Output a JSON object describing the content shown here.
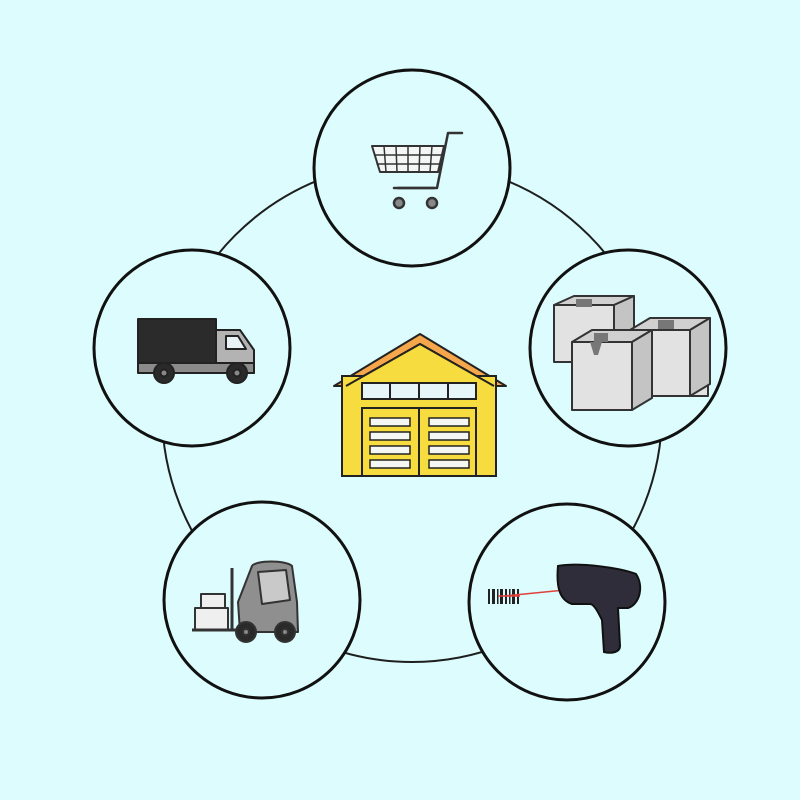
{
  "diagram": {
    "background": "#dcfcfd",
    "center": {
      "icon": "warehouse-icon",
      "wall_color": "#f7dc3f",
      "roof_color": "#f6a64b"
    },
    "nodes": [
      {
        "id": "cart",
        "icon": "shopping-cart-icon"
      },
      {
        "id": "boxes",
        "icon": "cardboard-boxes-icon",
        "box_color": "#e2e2e2"
      },
      {
        "id": "scanner",
        "icon": "barcode-scanner-icon",
        "scanner_color": "#2f2d3a",
        "laser_color": "#e0403a"
      },
      {
        "id": "forklift",
        "icon": "forklift-icon",
        "body_color": "#8f8f8f"
      },
      {
        "id": "truck",
        "icon": "delivery-truck-icon",
        "cargo_color": "#2b2b2b",
        "cab_color": "#b3b3b3"
      }
    ]
  }
}
